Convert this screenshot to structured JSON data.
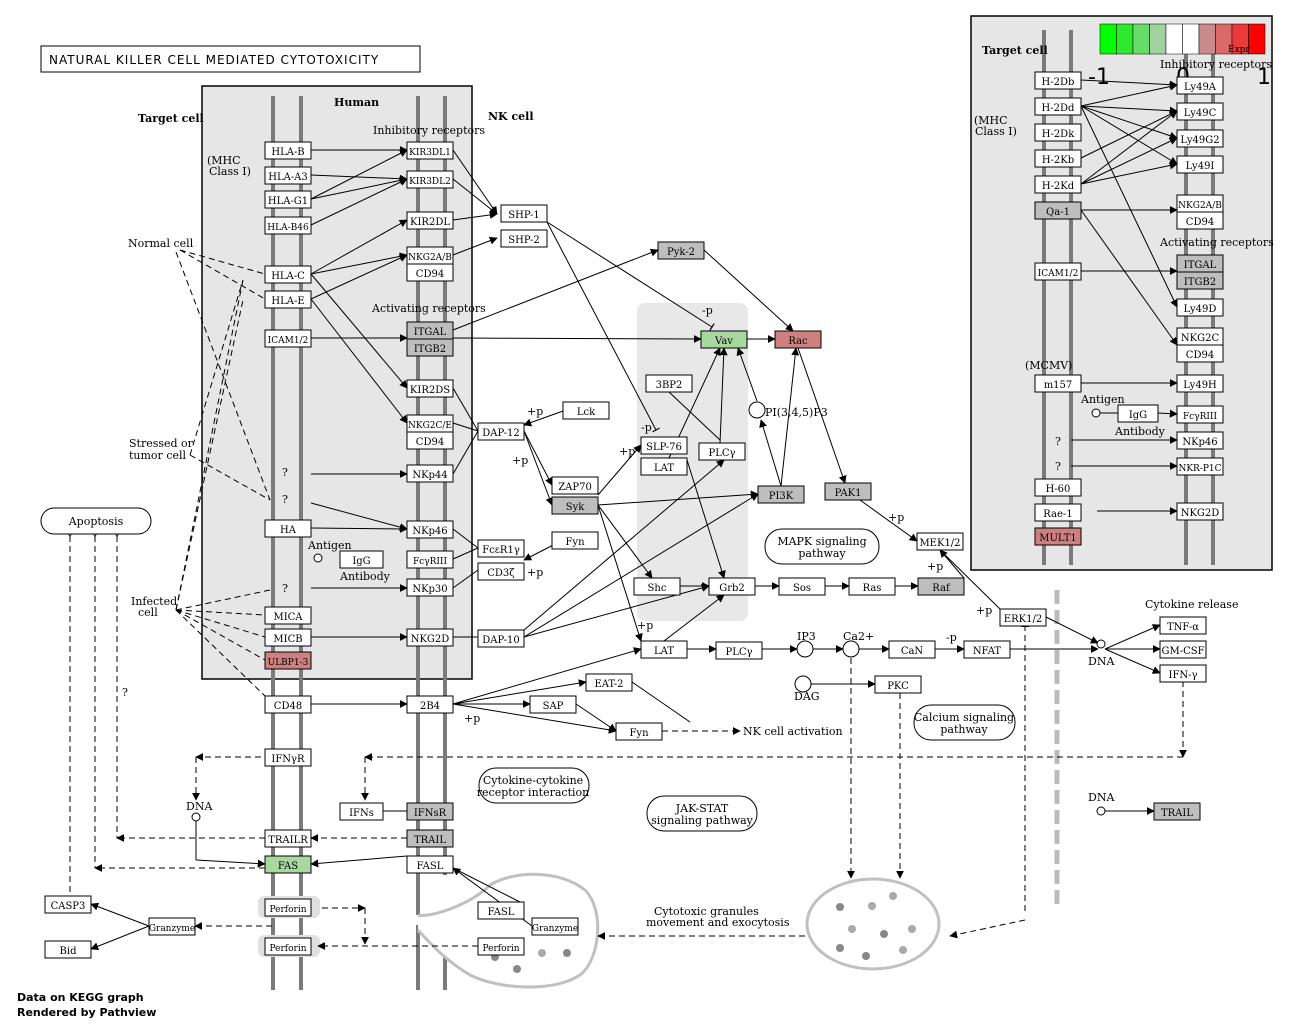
{
  "title": "NATURAL KILLER CELL MEDIATED CYTOTOXICITY",
  "footer": [
    "Data on KEGG graph",
    "Rendered by Pathview"
  ],
  "colors": {
    "gray": "#bebebe",
    "white": "#ffffff",
    "red": "#ce8080",
    "green": "#a8d8a0",
    "brightred": "#ff0000",
    "brightgreen": "#00ff00"
  },
  "legend": {
    "labels": [
      "-1",
      "0",
      "1"
    ],
    "colors": [
      "#00ff00",
      "#2ee82e",
      "#66dd66",
      "#9fd29f",
      "#ffffff",
      "#ffffff",
      "#c98a8a",
      "#d96a6a",
      "#ea3a3a",
      "#ff0000"
    ],
    "caption": "Expr"
  },
  "labels": {
    "target_cell": "Target cell",
    "human": "Human",
    "nk_cell": "NK cell",
    "inhib_receptors": "Inhibitory receptors",
    "act_receptors": "Activating receptors",
    "mhc_class_i": [
      "(MHC",
      "Class I)"
    ],
    "normal_cell": "Normal cell",
    "stressed_cell": [
      "Stressed or",
      "tumor cell"
    ],
    "infected_cell": [
      "Infected",
      "cell"
    ],
    "antigen": "Antigen",
    "antibody": "Antibody",
    "cytokine_release": "Cytokine release",
    "nk_activation": "NK cell activation",
    "cytotoxic": [
      "Cytotoxic granules",
      "movement and exocytosis"
    ],
    "dna": "DNA",
    "dag": "DAG",
    "ip3": "IP3",
    "ca2": "Ca2+",
    "pi345p3": "PI(3,4,5)P3",
    "q": "?",
    "plus_p": "+p",
    "minus_p": "-p",
    "inset_target": "Target cell",
    "inset_inhib": "Inhibitory receptors",
    "inset_act": "Activating receptors",
    "inset_mcmv": "(MCMV)",
    "inset_antigen": "Antigen",
    "inset_antibody": "Antibody"
  },
  "pathways": {
    "mapk": [
      "MAPK signaling",
      "pathway"
    ],
    "calcium": [
      "Calcium signaling",
      "pathway"
    ],
    "cytokine": [
      "Cytokine-cytokine",
      "receptor interaction"
    ],
    "jakstat": [
      "JAK-STAT",
      "signaling pathway"
    ],
    "apoptosis": "Apoptosis"
  },
  "nodes": [
    {
      "id": "hla-b",
      "label": "HLA-B",
      "fill": "white"
    },
    {
      "id": "hla-a3",
      "label": "HLA-A3",
      "fill": "white"
    },
    {
      "id": "hla-g1",
      "label": "HLA-G1",
      "fill": "white"
    },
    {
      "id": "hla-b46",
      "label": "HLA-B46",
      "fill": "white"
    },
    {
      "id": "hla-c",
      "label": "HLA-C",
      "fill": "white"
    },
    {
      "id": "hla-e",
      "label": "HLA-E",
      "fill": "white"
    },
    {
      "id": "icam12",
      "label": "ICAM1/2",
      "fill": "white"
    },
    {
      "id": "ha",
      "label": "HA",
      "fill": "white"
    },
    {
      "id": "mica",
      "label": "MICA",
      "fill": "white"
    },
    {
      "id": "micb",
      "label": "MICB",
      "fill": "white"
    },
    {
      "id": "ulbp13",
      "label": "ULBP1-3",
      "fill": "red"
    },
    {
      "id": "cd48",
      "label": "CD48",
      "fill": "white"
    },
    {
      "id": "ifnyr",
      "label": "IFNγR",
      "fill": "white"
    },
    {
      "id": "trailr",
      "label": "TRAILR",
      "fill": "white"
    },
    {
      "id": "fas",
      "label": "FAS",
      "fill": "green"
    },
    {
      "id": "perforin1",
      "label": "Perforin",
      "fill": "white"
    },
    {
      "id": "perforin2",
      "label": "Perforin",
      "fill": "white"
    },
    {
      "id": "casp3",
      "label": "CASP3",
      "fill": "white"
    },
    {
      "id": "granzyme1",
      "label": "Granzyme",
      "fill": "white"
    },
    {
      "id": "bid",
      "label": "Bid",
      "fill": "white"
    },
    {
      "id": "kir3dl1",
      "label": "KIR3DL1",
      "fill": "white"
    },
    {
      "id": "kir3dl2",
      "label": "KIR3DL2",
      "fill": "white"
    },
    {
      "id": "kir2dl",
      "label": "KIR2DL",
      "fill": "white"
    },
    {
      "id": "nkg2ab",
      "label": "NKG2A/B",
      "fill": "white"
    },
    {
      "id": "cd94a",
      "label": "CD94",
      "fill": "white"
    },
    {
      "id": "itgal",
      "label": "ITGAL",
      "fill": "gray"
    },
    {
      "id": "itgb2",
      "label": "ITGB2",
      "fill": "gray"
    },
    {
      "id": "kir2ds",
      "label": "KIR2DS",
      "fill": "white"
    },
    {
      "id": "nkg2ce",
      "label": "NKG2C/E",
      "fill": "white"
    },
    {
      "id": "cd94b",
      "label": "CD94",
      "fill": "white"
    },
    {
      "id": "nkp44",
      "label": "NKp44",
      "fill": "white"
    },
    {
      "id": "nkp46",
      "label": "NKp46",
      "fill": "white"
    },
    {
      "id": "fcgr3",
      "label": "FcγRIII",
      "fill": "white"
    },
    {
      "id": "igg",
      "label": "IgG",
      "fill": "white"
    },
    {
      "id": "nkp30",
      "label": "NKp30",
      "fill": "white"
    },
    {
      "id": "nkg2d",
      "label": "NKG2D",
      "fill": "white"
    },
    {
      "id": "2b4",
      "label": "2B4",
      "fill": "white"
    },
    {
      "id": "ifnsr",
      "label": "IFNsR",
      "fill": "gray"
    },
    {
      "id": "ifns",
      "label": "IFNs",
      "fill": "white"
    },
    {
      "id": "trail1",
      "label": "TRAIL",
      "fill": "gray"
    },
    {
      "id": "fasl1",
      "label": "FASL",
      "fill": "white"
    },
    {
      "id": "fasl2",
      "label": "FASL",
      "fill": "white"
    },
    {
      "id": "granzyme2",
      "label": "Granzyme",
      "fill": "white"
    },
    {
      "id": "perforin3",
      "label": "Perforin",
      "fill": "white"
    },
    {
      "id": "shp1",
      "label": "SHP-1",
      "fill": "white"
    },
    {
      "id": "shp2",
      "label": "SHP-2",
      "fill": "white"
    },
    {
      "id": "pyk2",
      "label": "Pyk-2",
      "fill": "gray"
    },
    {
      "id": "vav",
      "label": "Vav",
      "fill": "green"
    },
    {
      "id": "rac",
      "label": "Rac",
      "fill": "red"
    },
    {
      "id": "3bp2",
      "label": "3BP2",
      "fill": "white"
    },
    {
      "id": "lck",
      "label": "Lck",
      "fill": "white"
    },
    {
      "id": "dap12",
      "label": "DAP-12",
      "fill": "white"
    },
    {
      "id": "slp76",
      "label": "SLP-76",
      "fill": "white"
    },
    {
      "id": "lat1",
      "label": "LAT",
      "fill": "white"
    },
    {
      "id": "plcy1",
      "label": "PLCγ",
      "fill": "white"
    },
    {
      "id": "zap70",
      "label": "ZAP70",
      "fill": "white"
    },
    {
      "id": "syk",
      "label": "Syk",
      "fill": "gray"
    },
    {
      "id": "fyn1",
      "label": "Fyn",
      "fill": "white"
    },
    {
      "id": "fcer1y",
      "label": "FcεR1γ",
      "fill": "white"
    },
    {
      "id": "cd3z",
      "label": "CD3ζ",
      "fill": "white"
    },
    {
      "id": "pi3k",
      "label": "PI3K",
      "fill": "gray"
    },
    {
      "id": "pak1",
      "label": "PAK1",
      "fill": "gray"
    },
    {
      "id": "mek12",
      "label": "MEK1/2",
      "fill": "white"
    },
    {
      "id": "shc",
      "label": "Shc",
      "fill": "white"
    },
    {
      "id": "grb2",
      "label": "Grb2",
      "fill": "white"
    },
    {
      "id": "sos",
      "label": "Sos",
      "fill": "white"
    },
    {
      "id": "ras",
      "label": "Ras",
      "fill": "white"
    },
    {
      "id": "raf",
      "label": "Raf",
      "fill": "gray"
    },
    {
      "id": "erk12",
      "label": "ERK1/2",
      "fill": "white"
    },
    {
      "id": "dap10",
      "label": "DAP-10",
      "fill": "white"
    },
    {
      "id": "lat2",
      "label": "LAT",
      "fill": "white"
    },
    {
      "id": "plcy2",
      "label": "PLCγ",
      "fill": "white"
    },
    {
      "id": "can",
      "label": "CaN",
      "fill": "white"
    },
    {
      "id": "nfat",
      "label": "NFAT",
      "fill": "white"
    },
    {
      "id": "pkc",
      "label": "PKC",
      "fill": "white"
    },
    {
      "id": "eat2",
      "label": "EAT-2",
      "fill": "white"
    },
    {
      "id": "sap",
      "label": "SAP",
      "fill": "white"
    },
    {
      "id": "fyn2",
      "label": "Fyn",
      "fill": "white"
    },
    {
      "id": "tnfa",
      "label": "TNF-α",
      "fill": "white"
    },
    {
      "id": "gmcsf",
      "label": "GM-CSF",
      "fill": "white"
    },
    {
      "id": "ifny",
      "label": "IFN-γ",
      "fill": "white"
    },
    {
      "id": "trail2",
      "label": "TRAIL",
      "fill": "gray"
    },
    {
      "id": "h2db",
      "label": "H-2Db",
      "fill": "white"
    },
    {
      "id": "h2dd",
      "label": "H-2Dd",
      "fill": "white"
    },
    {
      "id": "h2dk",
      "label": "H-2Dk",
      "fill": "white"
    },
    {
      "id": "h2kb",
      "label": "H-2Kb",
      "fill": "white"
    },
    {
      "id": "h2kd",
      "label": "H-2Kd",
      "fill": "white"
    },
    {
      "id": "qa1",
      "label": "Qa-1",
      "fill": "gray"
    },
    {
      "id": "icam12b",
      "label": "ICAM1/2",
      "fill": "white"
    },
    {
      "id": "m157",
      "label": "m157",
      "fill": "white"
    },
    {
      "id": "iggb",
      "label": "IgG",
      "fill": "white"
    },
    {
      "id": "h60",
      "label": "H-60",
      "fill": "white"
    },
    {
      "id": "rae1",
      "label": "Rae-1",
      "fill": "white"
    },
    {
      "id": "mult1",
      "label": "MULT1",
      "fill": "red"
    },
    {
      "id": "ly49a",
      "label": "Ly49A",
      "fill": "white"
    },
    {
      "id": "ly49c",
      "label": "Ly49C",
      "fill": "white"
    },
    {
      "id": "ly49g2",
      "label": "Ly49G2",
      "fill": "white"
    },
    {
      "id": "ly49i",
      "label": "Ly49I",
      "fill": "white"
    },
    {
      "id": "nkg2abb",
      "label": "NKG2A/B",
      "fill": "white"
    },
    {
      "id": "cd94c",
      "label": "CD94",
      "fill": "white"
    },
    {
      "id": "itgalb",
      "label": "ITGAL",
      "fill": "gray"
    },
    {
      "id": "itgb2b",
      "label": "ITGB2",
      "fill": "gray"
    },
    {
      "id": "ly49d",
      "label": "Ly49D",
      "fill": "white"
    },
    {
      "id": "nkg2cb",
      "label": "NKG2C",
      "fill": "white"
    },
    {
      "id": "cd94d",
      "label": "CD94",
      "fill": "white"
    },
    {
      "id": "ly49h",
      "label": "Ly49H",
      "fill": "white"
    },
    {
      "id": "fcgr3b",
      "label": "FcγRIII",
      "fill": "white"
    },
    {
      "id": "nkp46b",
      "label": "NKp46",
      "fill": "white"
    },
    {
      "id": "nkrp1c",
      "label": "NKR-P1C",
      "fill": "white"
    },
    {
      "id": "nkg2d2",
      "label": "NKG2D",
      "fill": "white"
    }
  ]
}
